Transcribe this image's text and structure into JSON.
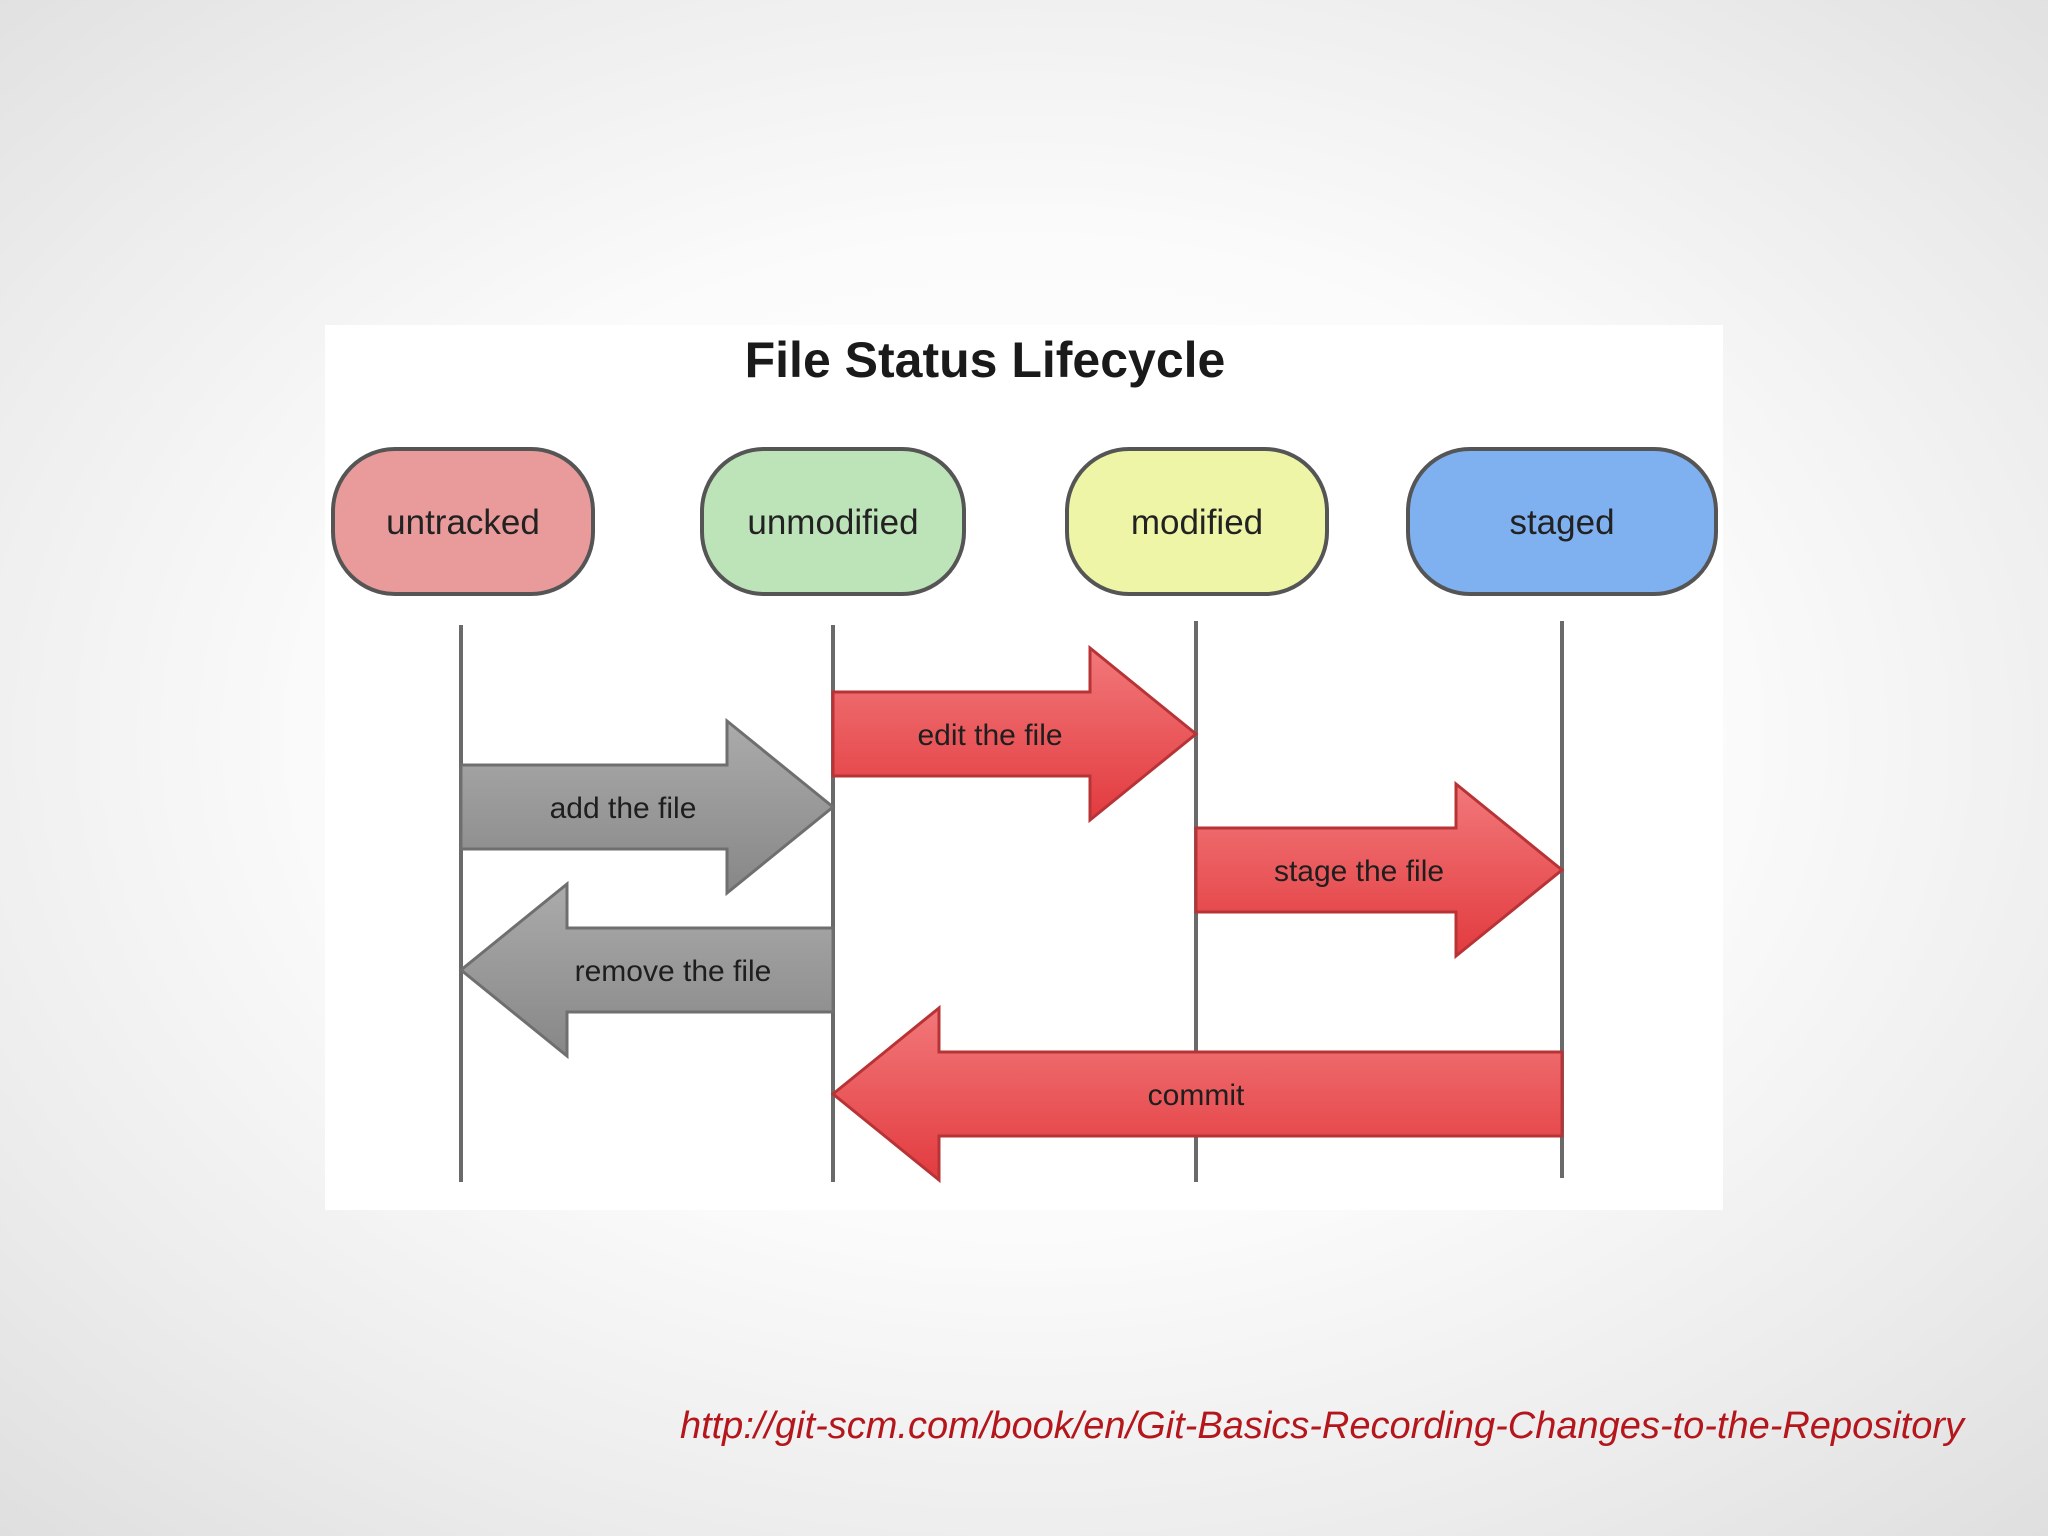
{
  "diagram": {
    "title": "File Status Lifecycle",
    "states": [
      {
        "id": "untracked",
        "label": "untracked",
        "color": "#e99b9b"
      },
      {
        "id": "unmodified",
        "label": "unmodified",
        "color": "#bde3b8"
      },
      {
        "id": "modified",
        "label": "modified",
        "color": "#eef5a6"
      },
      {
        "id": "staged",
        "label": "staged",
        "color": "#7fb0f0"
      }
    ],
    "transitions": [
      {
        "label": "edit the file",
        "from": "unmodified",
        "to": "modified",
        "color": "#e8474a"
      },
      {
        "label": "add the file",
        "from": "untracked",
        "to": "unmodified",
        "color": "#959595"
      },
      {
        "label": "stage the file",
        "from": "modified",
        "to": "staged",
        "color": "#e8474a"
      },
      {
        "label": "remove the file",
        "from": "unmodified",
        "to": "untracked",
        "color": "#959595"
      },
      {
        "label": "commit",
        "from": "staged",
        "to": "unmodified",
        "color": "#e8474a"
      }
    ]
  },
  "source": {
    "url": "http://git-scm.com/book/en/Git-Basics-Recording-Changes-to-the-Repository",
    "color": "#b4161c"
  }
}
